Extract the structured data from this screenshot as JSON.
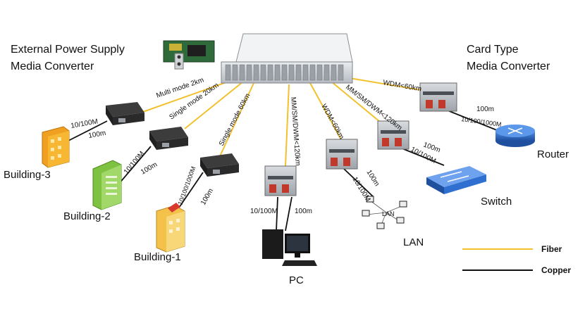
{
  "headings": {
    "external_line1": "External Power Supply",
    "external_line2": "Media Converter",
    "card_line1": "Card Type",
    "card_line2": "Media Converter"
  },
  "nodes": {
    "building3": "Building-3",
    "building2": "Building-2",
    "building1": "Building-1",
    "pc": "PC",
    "lan": "LAN",
    "lan_small": "LAN",
    "switch": "Switch",
    "router": "Router"
  },
  "links": {
    "multimode": "Multi mode 2km",
    "singlemode20": "Single mode 20km",
    "singlemode60": "Single mode 60km",
    "mmsm120_pc": "MM/SM/DWM<120km",
    "wdm60": "WDM<60km",
    "mmsm120_sw": "MM/SM/DWM<120km",
    "wdm60_router": "WDM<60km"
  },
  "ports": {
    "b3_speed": "10/100M",
    "b3_dist": "100m",
    "b2_speed": "10/100M",
    "b2_dist": "100m",
    "b1_speed": "10/100/1000M",
    "b1_dist": "100m",
    "pc_speed": "10/100M",
    "pc_dist": "100m",
    "lan_speed": "10/100M",
    "lan_dist": "100m",
    "sw_speed": "10/100M",
    "sw_dist": "100m",
    "router_speed": "10/100/1000M",
    "router_dist": "100m"
  },
  "legend": {
    "fiber": "Fiber",
    "copper": "Copper"
  },
  "colors": {
    "fiber": "#f2c12e",
    "copper": "#111111",
    "switch": "#2f6fcf",
    "router": "#2f6fcf"
  }
}
